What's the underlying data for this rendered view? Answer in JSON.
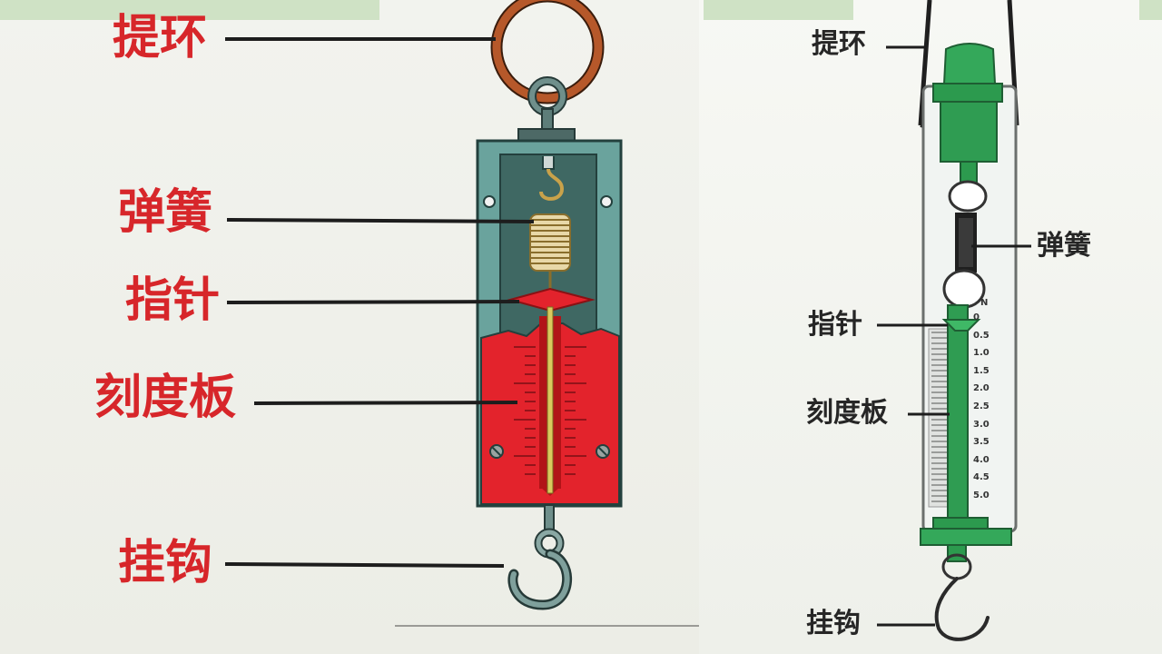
{
  "left_diagram": {
    "labels": {
      "ring": "提环",
      "spring": "弹簧",
      "pointer": "指针",
      "scale_plate": "刻度板",
      "hook": "挂钩"
    }
  },
  "right_diagram": {
    "labels": {
      "ring": "提环",
      "spring": "弹簧",
      "pointer": "指针",
      "scale_plate": "刻度板",
      "hook": "挂钩"
    },
    "scale_unit": "N",
    "scale_values": [
      "0",
      "0.5",
      "1.0",
      "1.5",
      "2.0",
      "2.5",
      "3.0",
      "3.5",
      "4.0",
      "4.5",
      "5.0"
    ]
  },
  "colors": {
    "label_red": "#d7262a",
    "label_dark": "#262626",
    "left_body_teal": "#6aa39d",
    "left_scale_red": "#e3232c",
    "ring_brown": "#b6582a",
    "right_body_green": "#2c9a4e"
  }
}
